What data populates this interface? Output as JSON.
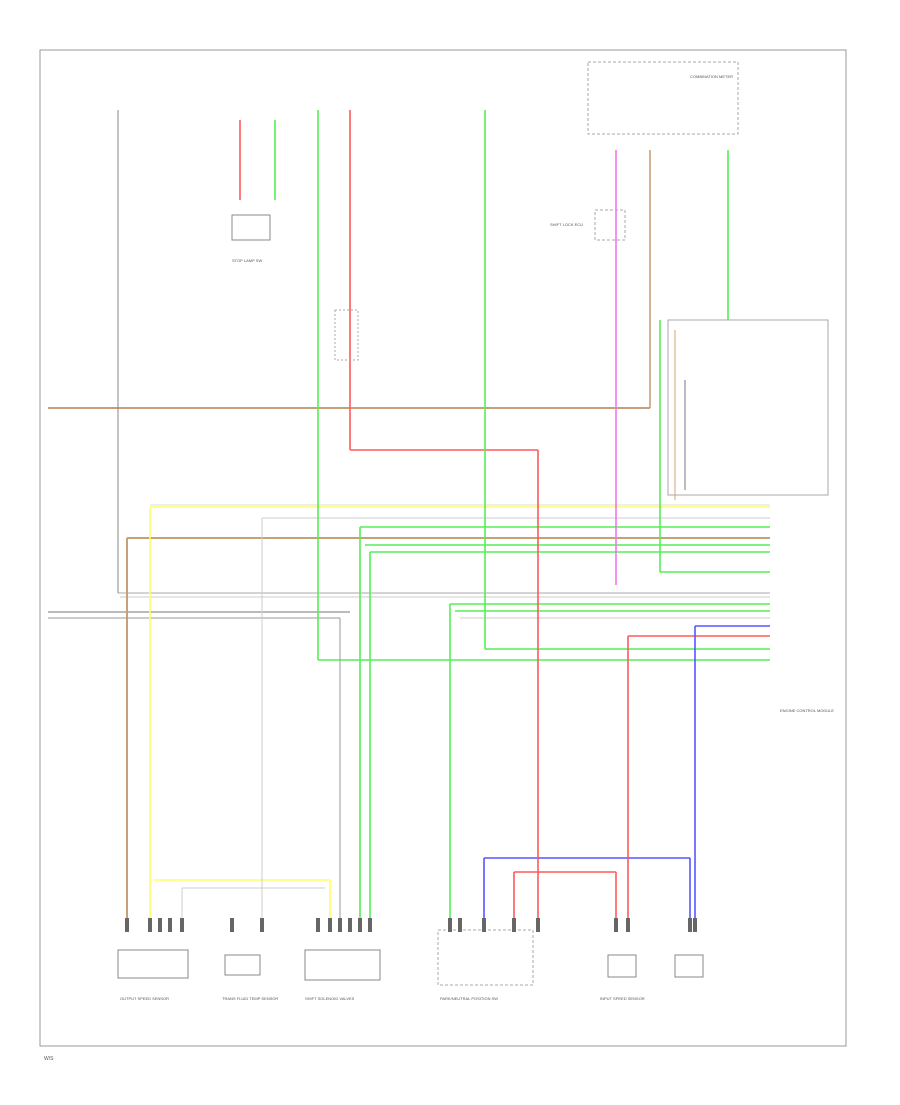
{
  "diagram": {
    "page_code": "W/S",
    "wire_colors": {
      "orange_brown": "#c8a078",
      "yellow": "#ffff66",
      "gray": "#bbbbbb",
      "green": "#55ee55",
      "red": "#ff5a5a",
      "violet": "#ee77ee",
      "blue": "#5555ff",
      "tan": "#d8b48a",
      "black": "#777777"
    },
    "components": {
      "engine_ecu": "ENGINE CONTROL MODULE",
      "combination_meter": "COMBINATION METER",
      "shift_lock": "SHIFT LOCK ECU",
      "stop_lamp": "STOP LAMP SW",
      "neutral_start": "PARK/NEUTRAL POSITION SW",
      "input_speed": "INPUT SPEED SENSOR",
      "output_speed": "OUTPUT SPEED SENSOR",
      "shift_solenoid": "SHIFT SOLENOID VALVES",
      "trans_temp": "TRANS FLUID TEMP SENSOR"
    }
  }
}
